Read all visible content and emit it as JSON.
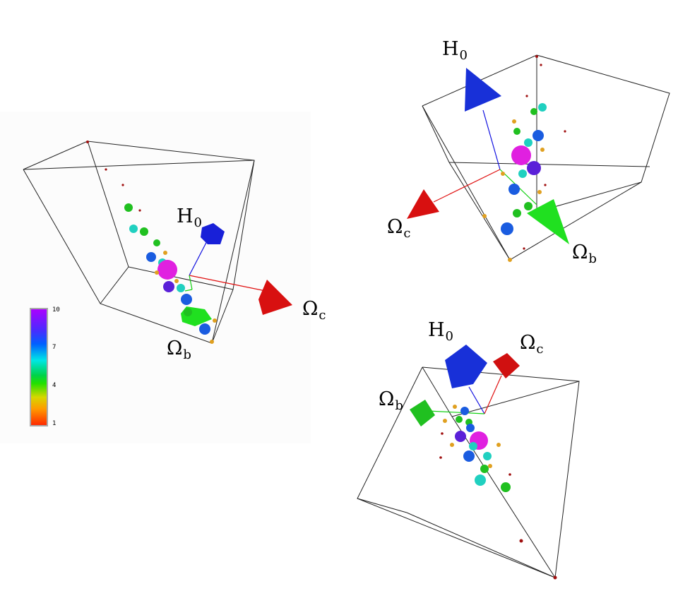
{
  "panels": [
    {
      "id": "left",
      "labels": {
        "h": "H",
        "h_sub": "0",
        "wc": "Ω",
        "wc_sub": "c",
        "wb": "Ω",
        "wb_sub": "b"
      }
    },
    {
      "id": "top-right",
      "labels": {
        "h": "H",
        "h_sub": "0",
        "wc": "Ω",
        "wc_sub": "c",
        "wb": "Ω",
        "wb_sub": "b"
      }
    },
    {
      "id": "bottom-right",
      "labels": {
        "h": "H",
        "h_sub": "0",
        "wc": "Ω",
        "wc_sub": "c",
        "wb": "Ω",
        "wb_sub": "b"
      }
    }
  ],
  "colorbar": {
    "ticks": [
      "10",
      "7",
      "4",
      "1"
    ],
    "colors": {
      "high": "#aa00ff",
      "mid_high": "#0060ff",
      "mid": "#00e6e6",
      "mid_low": "#22e000",
      "low": "#ff2a00"
    }
  },
  "arrow_colors": {
    "h0": "#1010e0",
    "omega_c": "#e01010",
    "omega_b": "#10e010"
  }
}
